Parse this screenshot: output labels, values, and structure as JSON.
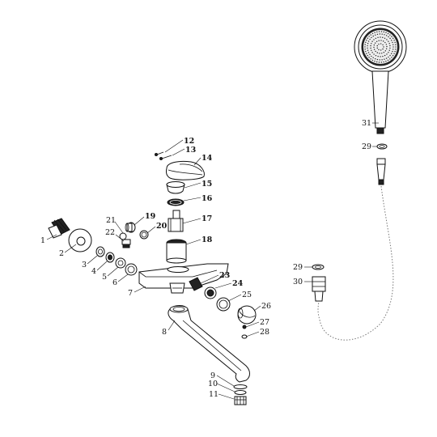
{
  "diagram": {
    "part_labels": [
      "1",
      "2",
      "3",
      "4",
      "5",
      "6",
      "7",
      "8",
      "9",
      "10",
      "11",
      "12",
      "13",
      "14",
      "15",
      "16",
      "17",
      "18",
      "19",
      "20",
      "21",
      "22",
      "23",
      "24",
      "25",
      "26",
      "27",
      "28",
      "29",
      "29",
      "30",
      "31"
    ]
  }
}
